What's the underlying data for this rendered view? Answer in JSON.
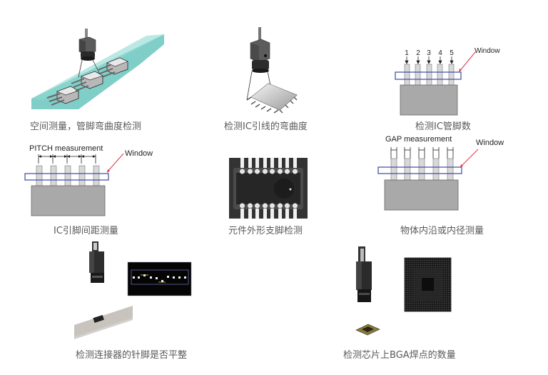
{
  "panels": [
    {
      "id": "spatial",
      "caption": "空间测量，管脚弯曲度检测"
    },
    {
      "id": "ic-lead-bend",
      "caption": "检测IC引线的弯曲度"
    },
    {
      "id": "ic-pin-count",
      "caption": "检测IC管脚数",
      "pin_numbers": [
        "1",
        "2",
        "3",
        "4",
        "5"
      ],
      "window_label": "Window"
    },
    {
      "id": "ic-pitch",
      "caption": "IC引脚间距测量",
      "measure_label": "PITCH measurement",
      "window_label": "Window"
    },
    {
      "id": "component-pins",
      "caption": "元件外形支脚检测"
    },
    {
      "id": "gap",
      "caption": "物体内沿或内径测量",
      "measure_label": "GAP measurement",
      "window_label": "Window"
    },
    {
      "id": "connector-pins",
      "caption": "检测连接器的针脚是否平整"
    },
    {
      "id": "bga",
      "caption": "检测芯片上BGA焊点的数量"
    }
  ],
  "colors": {
    "belt": "#7fcfc8",
    "window_box": "#3b49a8",
    "window_arrow": "#e0334a",
    "chip_body": "#a9a9a9",
    "caption_text": "#5a5a5a"
  }
}
